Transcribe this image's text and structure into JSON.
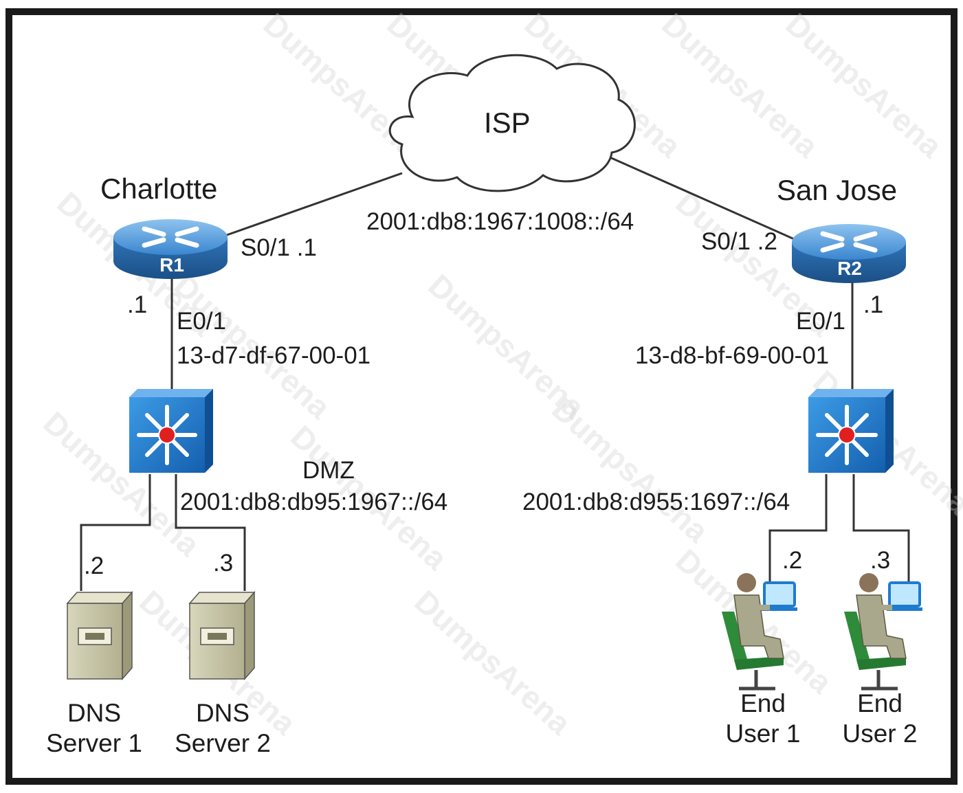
{
  "isp": {
    "label": "ISP"
  },
  "routers": {
    "r1": {
      "site": "Charlotte",
      "name": "R1",
      "serial": "S0/1 .1",
      "lan_host": ".1",
      "eth": "E0/1",
      "mac": "13-d7-df-67-00-01"
    },
    "r2": {
      "site": "San Jose",
      "name": "R2",
      "serial": "S0/1 .2",
      "lan_host": ".1",
      "eth": "E0/1",
      "mac": "13-d8-bf-69-00-01"
    }
  },
  "wan": {
    "subnet": "2001:db8:1967:1008::/64"
  },
  "left_lan": {
    "zone": "DMZ",
    "subnet": "2001:db8:db95:1967::/64"
  },
  "right_lan": {
    "subnet": "2001:db8:d955:1697::/64"
  },
  "hosts": {
    "dns1": {
      "addr": ".2",
      "line1": "DNS",
      "line2": "Server 1"
    },
    "dns2": {
      "addr": ".3",
      "line1": "DNS",
      "line2": "Server 2"
    },
    "user1": {
      "addr": ".2",
      "line1": "End",
      "line2": "User 1"
    },
    "user2": {
      "addr": ".3",
      "line1": "End",
      "line2": "User 2"
    }
  },
  "watermark": "DumpsArena",
  "colors": {
    "router": "#2f74b8",
    "switch": "#1f6fc0",
    "server": "#c9c6a6",
    "link": "#333333"
  }
}
